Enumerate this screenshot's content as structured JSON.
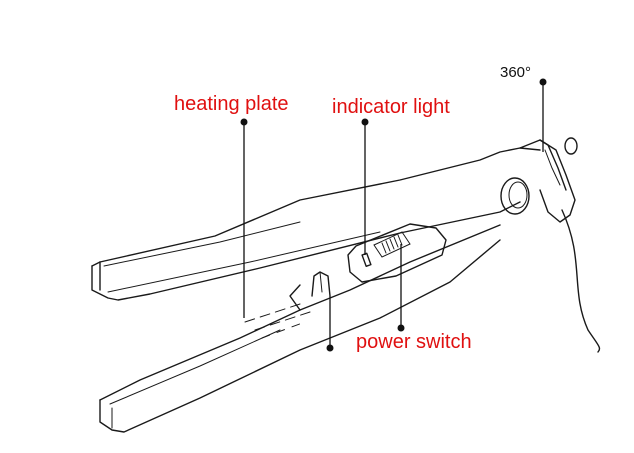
{
  "labels": {
    "heating_plate": "heating plate",
    "indicator_light": "indicator light",
    "rotation": "360°",
    "power_switch": "power switch"
  },
  "colors": {
    "label_red": "#e01010",
    "line_dark": "#1a1a1a"
  }
}
